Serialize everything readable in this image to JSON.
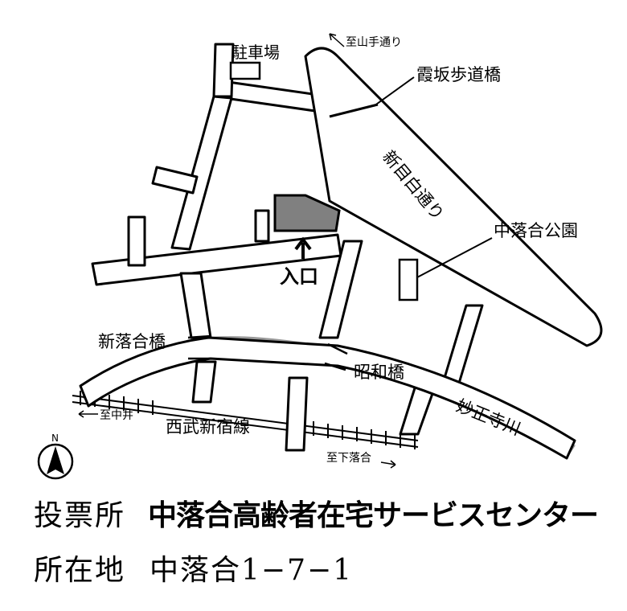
{
  "map": {
    "labels": {
      "parking": "駐車場",
      "to_yamate": "至山手通り",
      "kasumizaka_bridge": "霞坂歩道橋",
      "shin_mejiro": "新目白通り",
      "park": "中落合公園",
      "entrance": "入口",
      "shin_ochiai_bridge": "新落合橋",
      "showa_bridge": "昭和橋",
      "to_nakai": "至中井",
      "seibu_line": "西武新宿線",
      "to_shimo_ochiai": "至下落合",
      "myoshoji_river": "妙正寺川",
      "north": "N"
    },
    "colors": {
      "venue": "#808080",
      "river": "#999999",
      "road_outline": "#000000",
      "road_fill": "#ffffff"
    }
  },
  "info": {
    "venue_key": "投票所",
    "venue_value": "中落合高齢者在宅サービスセンター",
    "address_key": "所在地",
    "address_value": "中落合1−7−1"
  }
}
